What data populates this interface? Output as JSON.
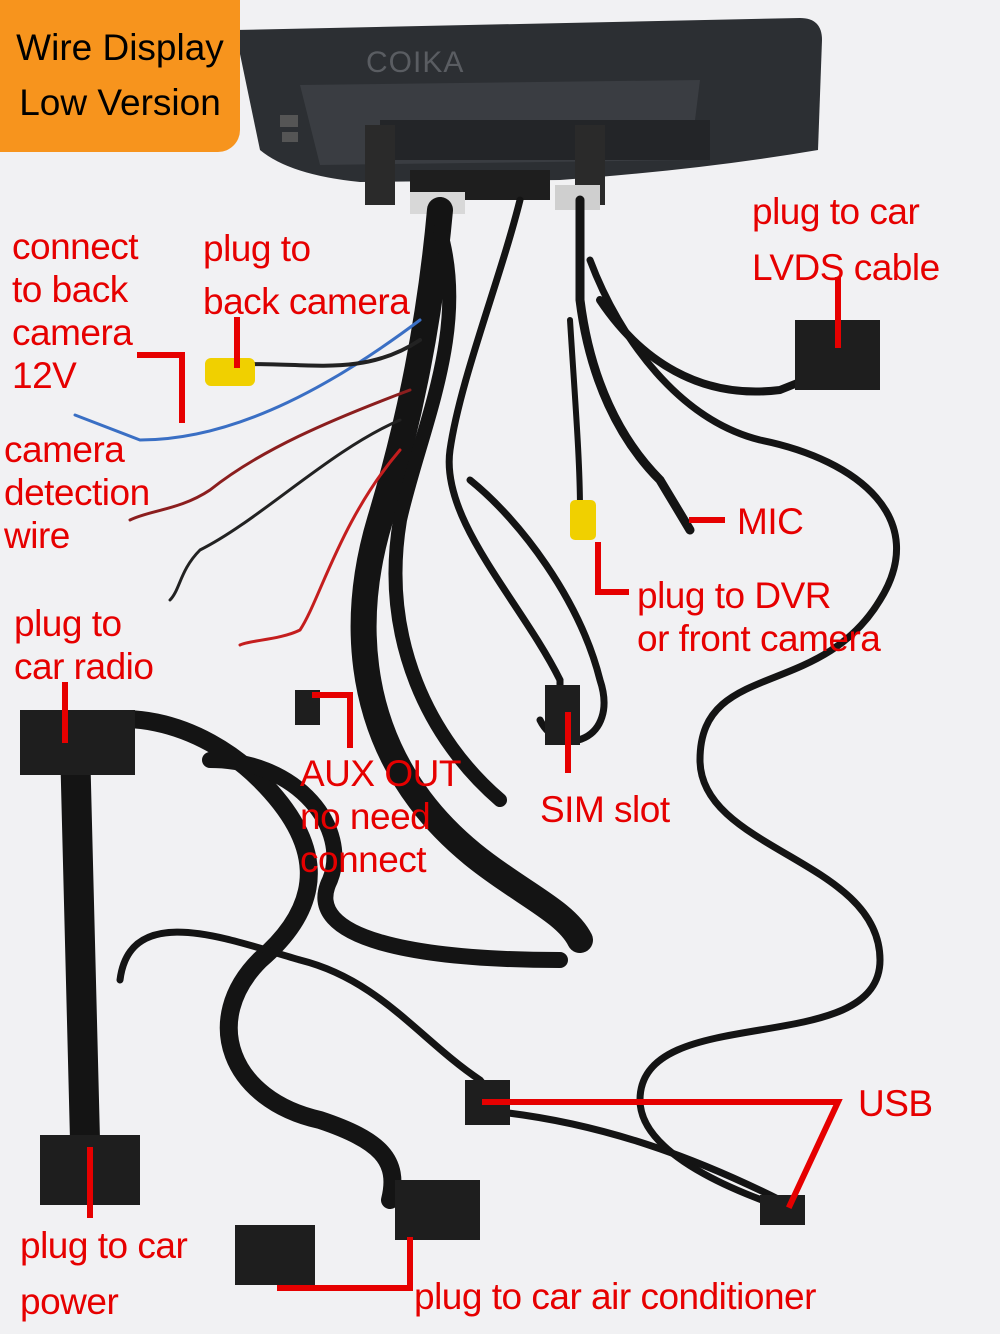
{
  "badge": {
    "line1": "Wire Display",
    "line2": "Low Version"
  },
  "brand": "COIKA",
  "labels": {
    "connect_back_camera": [
      "connect",
      "to back",
      "camera",
      "12V"
    ],
    "plug_back_camera": [
      "plug to",
      "back camera"
    ],
    "camera_detection": [
      "camera",
      "detection",
      "wire"
    ],
    "plug_car_lvds": [
      "plug to car",
      "LVDS cable"
    ],
    "mic": "MIC",
    "plug_dvr": [
      "plug to DVR",
      "or front camera"
    ],
    "plug_car_radio": [
      "plug to",
      "car radio"
    ],
    "aux_out": [
      "AUX OUT",
      "no need",
      "connect"
    ],
    "sim_slot": "SIM slot",
    "usb": "USB",
    "plug_car_power": [
      "plug to car",
      "power"
    ],
    "plug_air_conditioner": "plug to car air conditioner"
  },
  "colors": {
    "label_red": "#e60000",
    "badge_orange": "#f7941d",
    "cable_black": "#141414",
    "background": "#f1f1f3"
  }
}
